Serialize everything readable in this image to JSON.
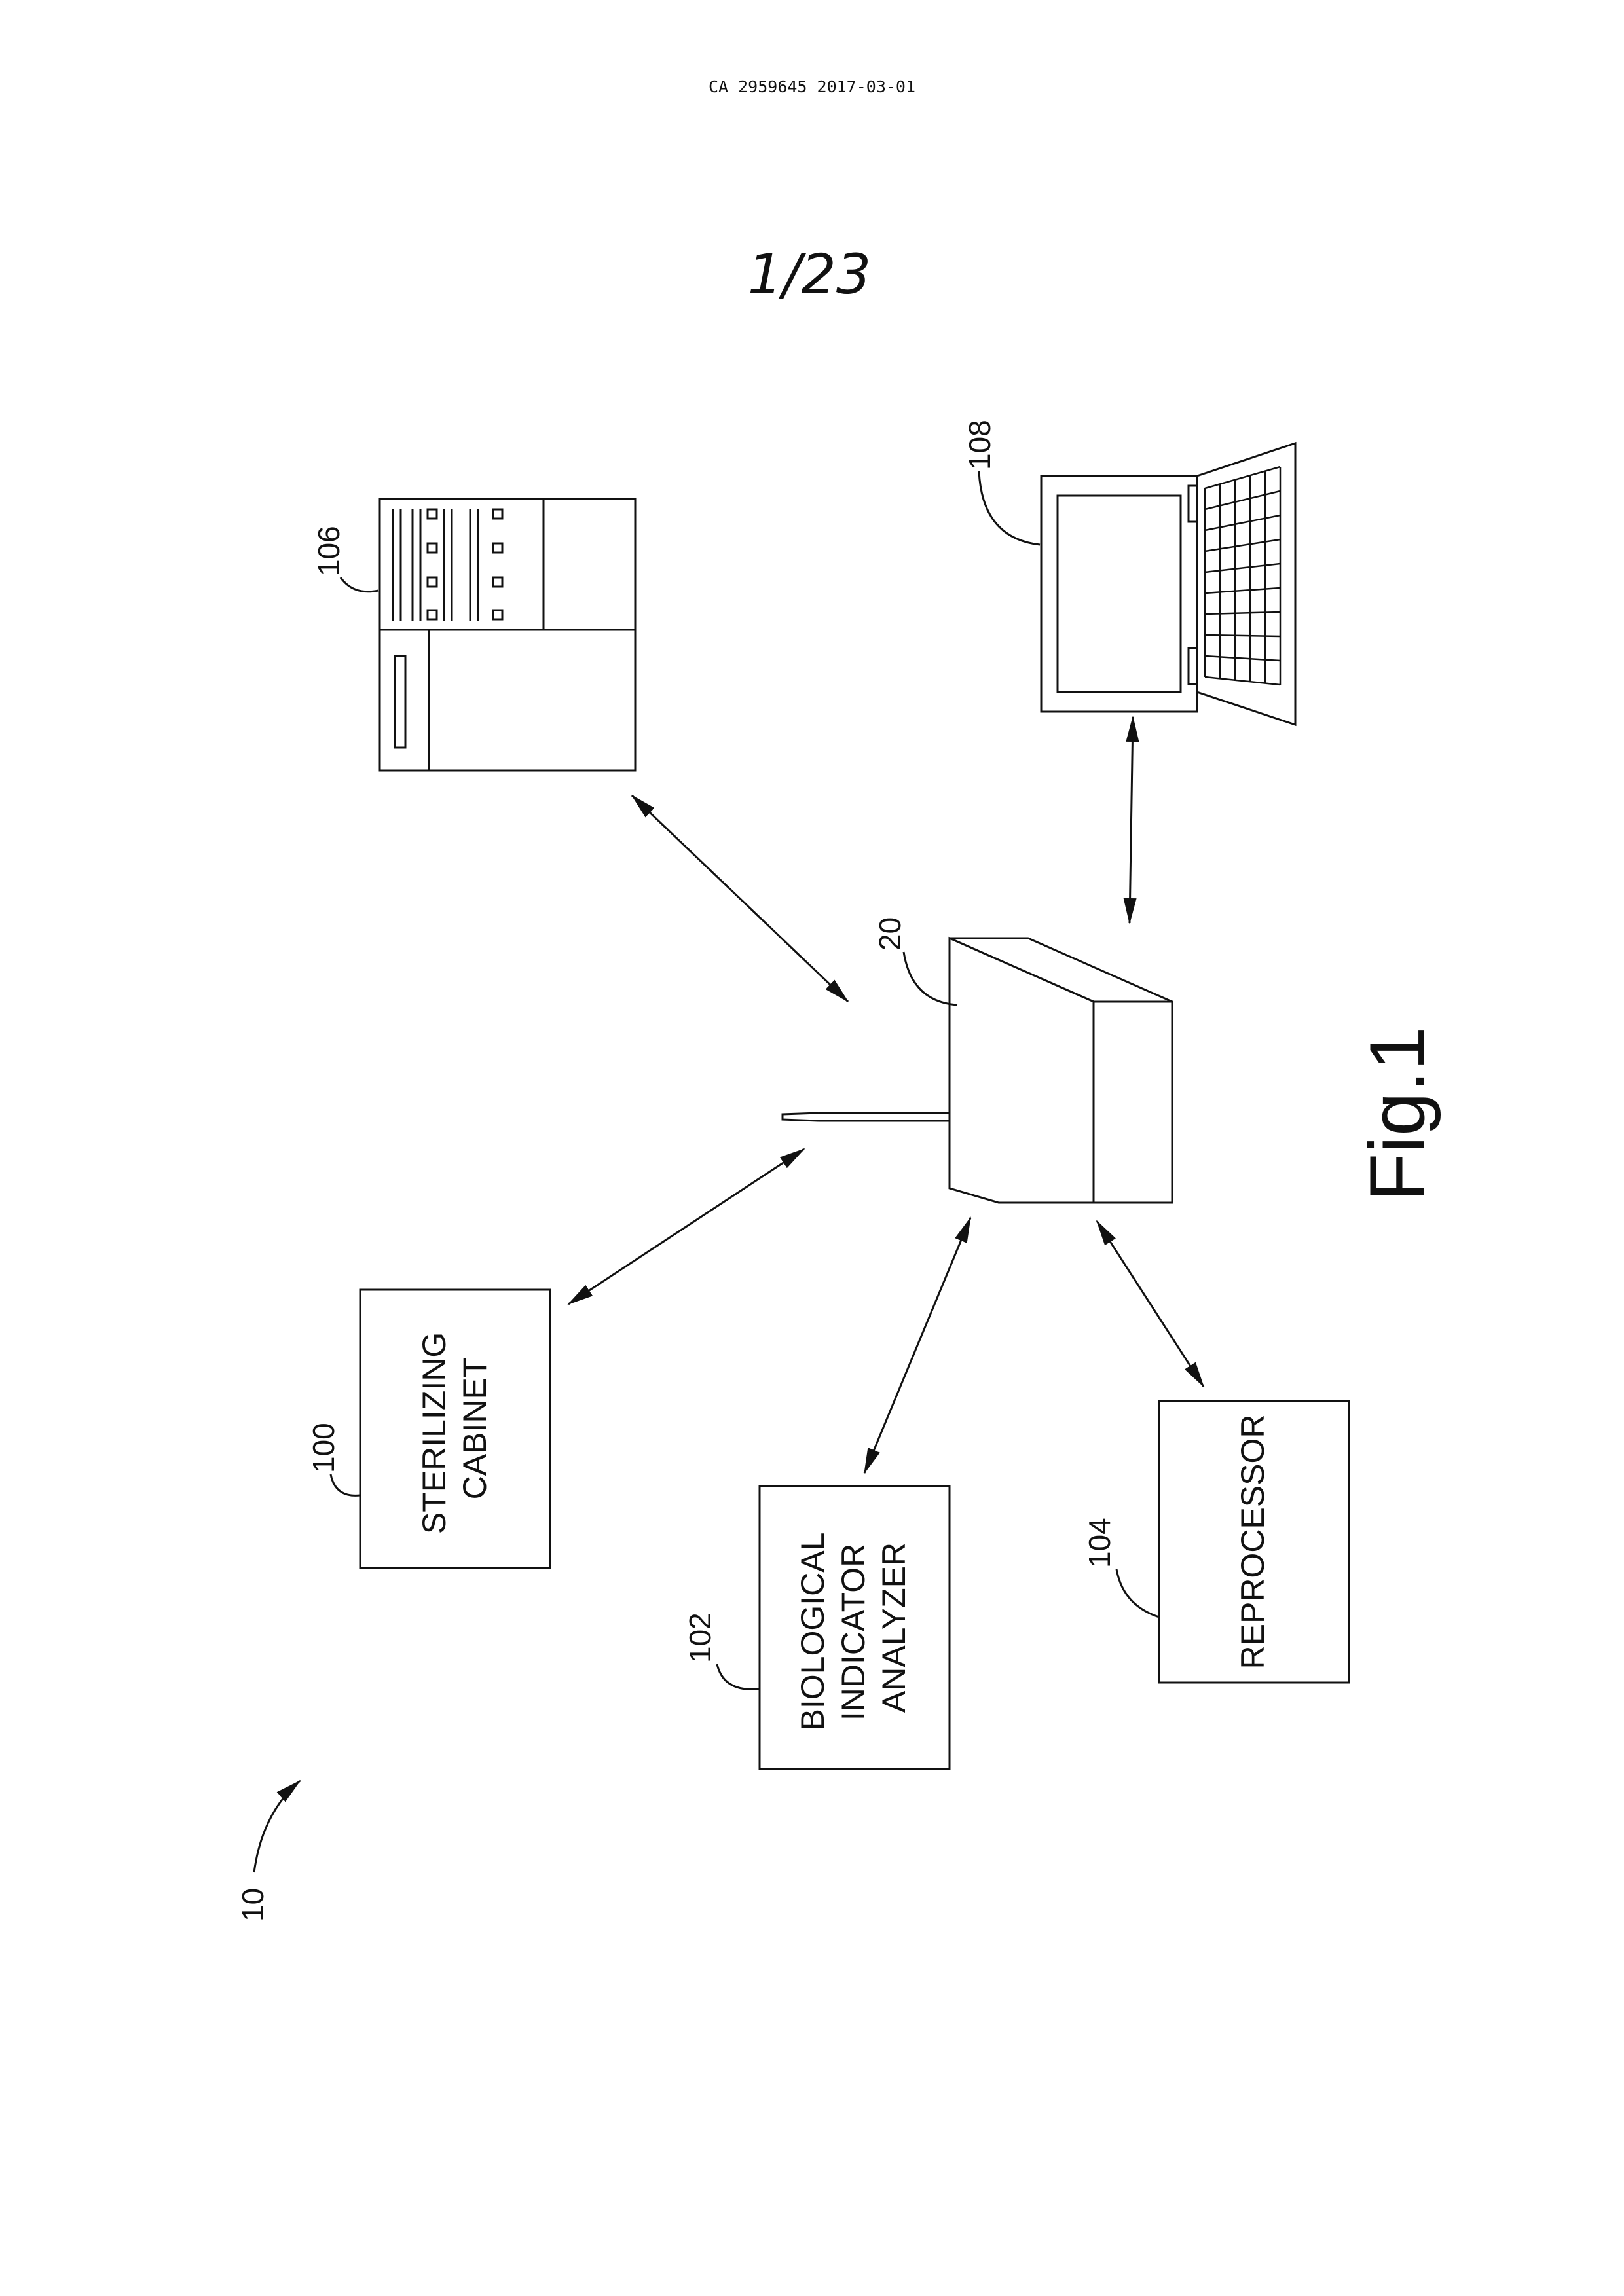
{
  "header": {
    "document_id": "CA 2959645 2017-03-01",
    "sheet_number": "1/23"
  },
  "figure": {
    "caption": "Fig.1",
    "system_ref": "10",
    "hub": {
      "ref": "20",
      "icon": "hub-box-with-antenna-icon"
    },
    "devices": {
      "sterilizing_cabinet": {
        "ref": "100",
        "lines": [
          "STERILIZING",
          "CABINET"
        ]
      },
      "bio_indicator_analyzer": {
        "ref": "102",
        "lines": [
          "BIOLOGICAL",
          "INDICATOR",
          "ANALYZER"
        ]
      },
      "reprocessor": {
        "ref": "104",
        "lines": [
          "REPROCESSOR"
        ]
      },
      "storage_cabinet": {
        "ref": "106",
        "icon": "cabinet-icon"
      },
      "laptop": {
        "ref": "108",
        "icon": "laptop-icon"
      }
    }
  }
}
